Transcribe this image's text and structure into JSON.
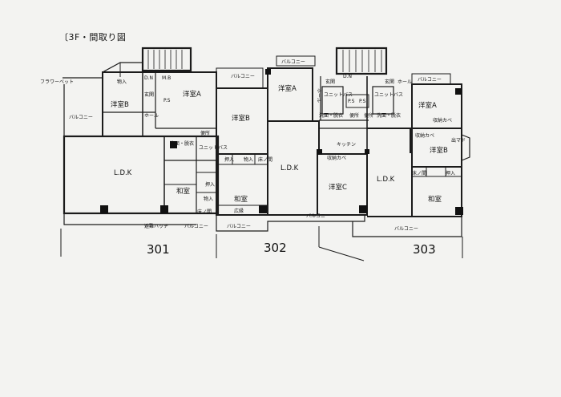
{
  "title": "〔3F・間取り図",
  "units": [
    "301",
    "302",
    "303"
  ],
  "rooms": {
    "r301_youshitsu_b": "洋室B",
    "r301_youshitsu_a": "洋室A",
    "r301_ldk": "L.D.K",
    "r301_washitsu": "和室",
    "r302_youshitsu_b": "洋室B",
    "r302_youshitsu_a": "洋室A",
    "r302_ldk": "L.D.K",
    "r302_washitsu": "和室",
    "r302_youshitsu_c": "洋室C",
    "r303_youshitsu_a": "洋室A",
    "r303_youshitsu_b": "洋室B",
    "r303_ldk": "L.D.K",
    "r303_washitsu": "和室"
  },
  "small_labels": {
    "flower_bed": "フラワーベット",
    "balcony_w": "バルコニー",
    "balcony_301_top": "バルコニー",
    "balcony_302_top": "バルコニー",
    "balcony_303_top": "バルコニー",
    "balcony_301_bottom": "バルコニー",
    "balcony_302_bottom": "バルコニー",
    "balcony_302b_bottom": "バルコニー",
    "balcony_303_bottom": "バルコニー",
    "hinan_hatch": "避難ハッチ",
    "oshiire_1": "物入",
    "dn_1": "D.N",
    "mb_1": "M.B",
    "ps_1": "P.S",
    "entrance_1": "玄関",
    "hall_1": "ホール",
    "senmen_1": "洗面・脱衣",
    "unit_bath_1": "ユニットバス",
    "toilet_1": "便所",
    "oshiire_2": "押入",
    "toko_1": "床ノ間",
    "oshiire_3": "物入",
    "oshiire_4": "押入",
    "oshiire_5": "物入",
    "toko_2": "床ノ間",
    "hiroen": "広縁",
    "hall_2": "ホール",
    "dn_2": "D.N",
    "entrance_2": "玄関",
    "entrance_3": "玄関",
    "hall_3": "ホール",
    "unit_bath_2": "ユニットバス",
    "unit_bath_3": "ユニットバス",
    "ps_2": "P.S",
    "ps_3": "P.S",
    "senmen_2": "洗面・脱衣",
    "toilet_2": "便所",
    "toilet_3": "便所",
    "senmen_3": "洗面・脱衣",
    "kitchen": "キッチン",
    "storage_c": "収納カベ",
    "storage_a": "収納カベ",
    "storage_b": "収納カベ",
    "demado": "出マド",
    "toko_3": "床ノ間",
    "oshiire_6": "押入"
  }
}
